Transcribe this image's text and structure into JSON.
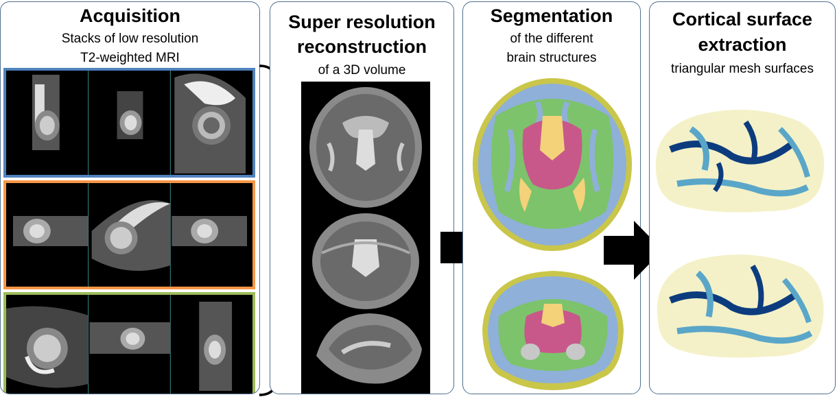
{
  "panels": {
    "acquisition": {
      "title": "Acquisition",
      "subtitle_lines": [
        "Stacks of low resolution",
        "T2-weighted MRI"
      ],
      "stack_colors": [
        "#4f81bd",
        "#f79646",
        "#9bbb59"
      ]
    },
    "reconstruction": {
      "title_lines": [
        "Super resolution",
        "reconstruction"
      ],
      "subtitle": "of a 3D volume"
    },
    "segmentation": {
      "title": "Segmentation",
      "subtitle_lines": [
        "of the different",
        "brain structures"
      ],
      "colors": {
        "csf": "#8fb0d8",
        "wm": "#7cc36b",
        "deep_gm": "#c8588a",
        "ventricles": "#f3d27a",
        "cortex": "#c9c64a"
      }
    },
    "surface": {
      "title_lines": [
        "Cortical surface",
        "extraction"
      ],
      "subtitle": "triangular mesh surfaces",
      "colors": {
        "light": "#f4f1c8",
        "mid": "#5aa6c8",
        "dark": "#0d3c7e"
      }
    }
  }
}
